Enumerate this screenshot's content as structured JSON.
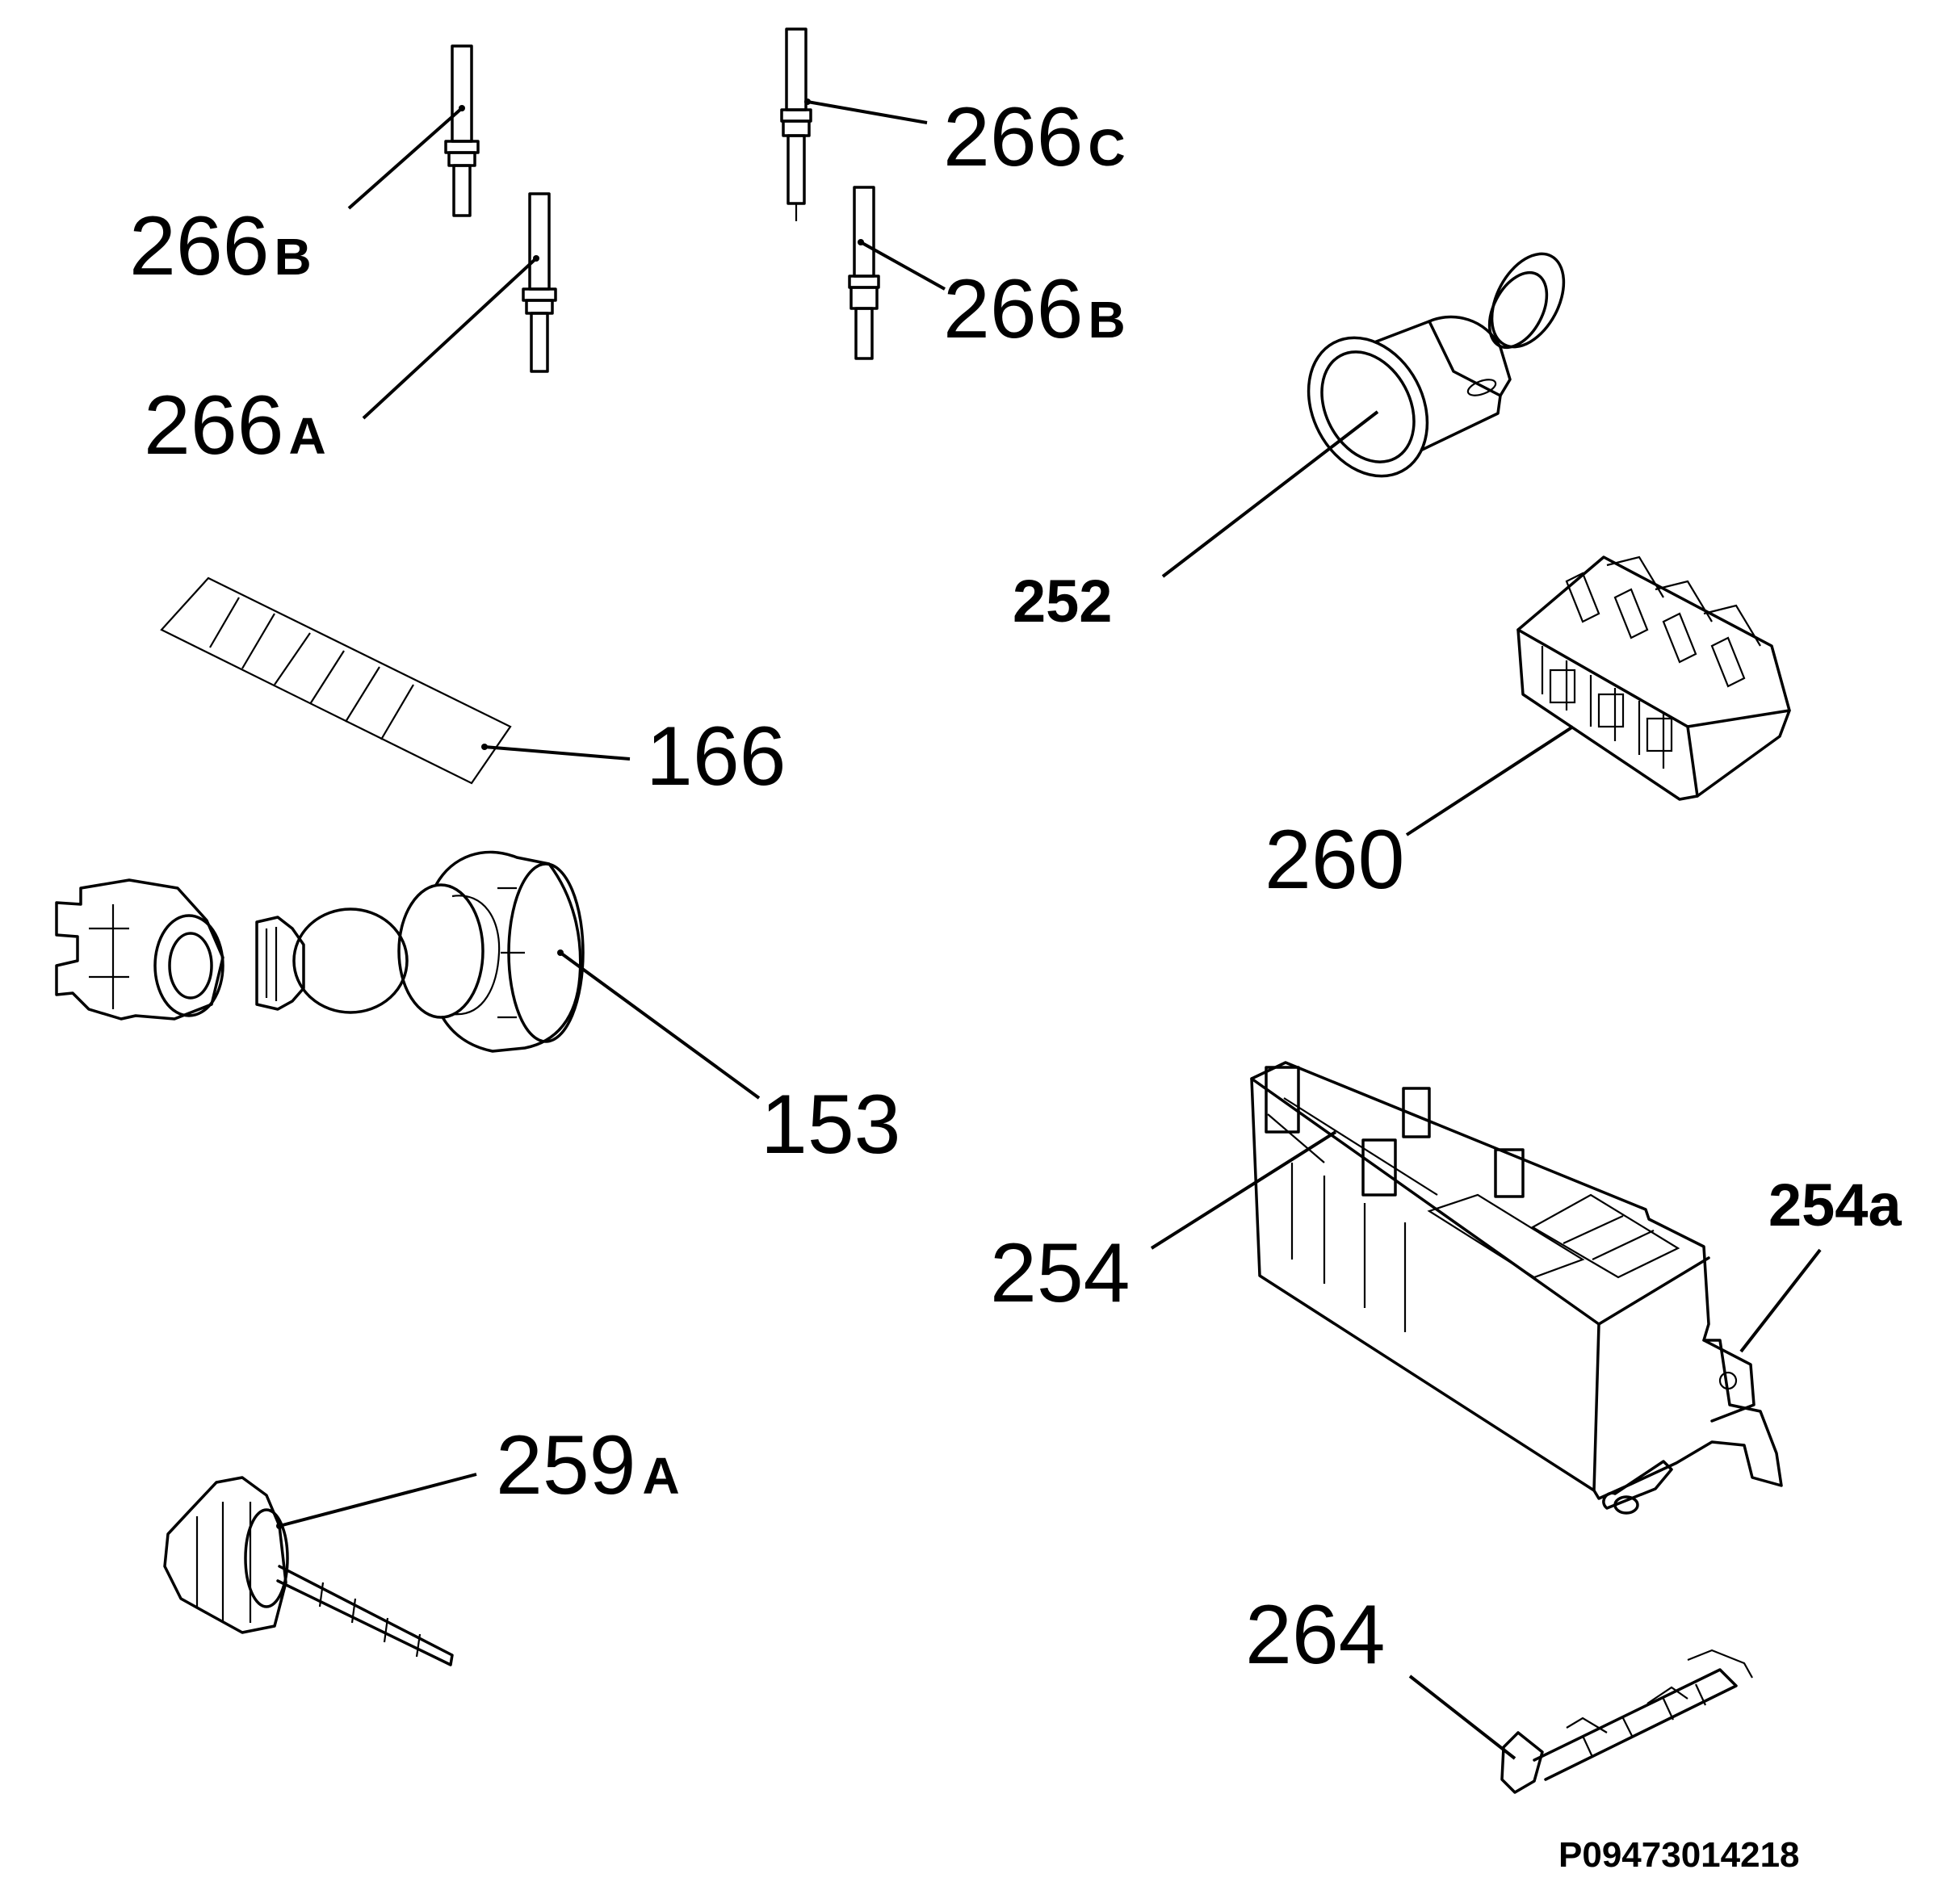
{
  "diagram": {
    "labels": {
      "p266b_left": {
        "num": "266",
        "suffix": "B"
      },
      "p266a": {
        "num": "266",
        "suffix": "A"
      },
      "p266c": {
        "num": "266",
        "suffix": "C"
      },
      "p266b_right": {
        "num": "266",
        "suffix": "B"
      },
      "p252": "252",
      "p260": "260",
      "p166": "166",
      "p153": "153",
      "p254": "254",
      "p254a": "254a",
      "p259a": {
        "num": "259",
        "suffix": "A"
      },
      "p264": "264"
    },
    "drawing_code": "P09473014218"
  }
}
